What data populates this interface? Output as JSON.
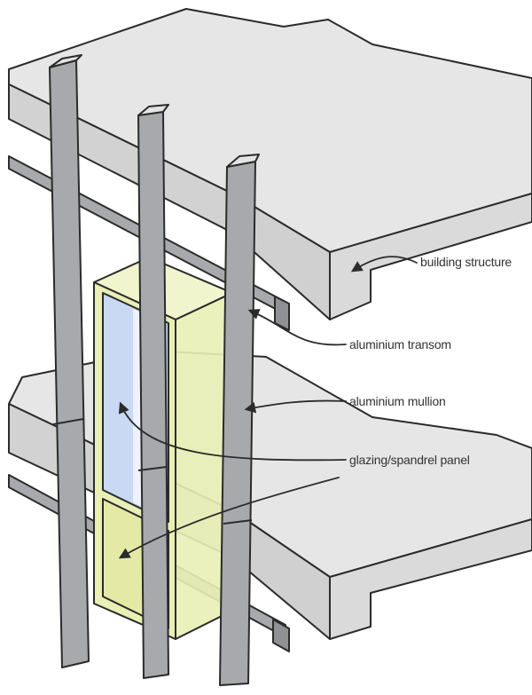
{
  "diagram": {
    "labels": {
      "building_structure": "building structure",
      "aluminium_transom": "aluminium transom",
      "aluminium_mullion": "aluminium mullion",
      "glazing_spandrel_panel": "glazing/spandrel panel"
    },
    "colors": {
      "slab_top": "#e6e6e6",
      "slab_edge": "#d2d2d2",
      "frame_member": "#a7a9ac",
      "glass": "#c9d8f3",
      "spandrel": "#e9efb5",
      "outline": "#2b2b2b"
    }
  }
}
